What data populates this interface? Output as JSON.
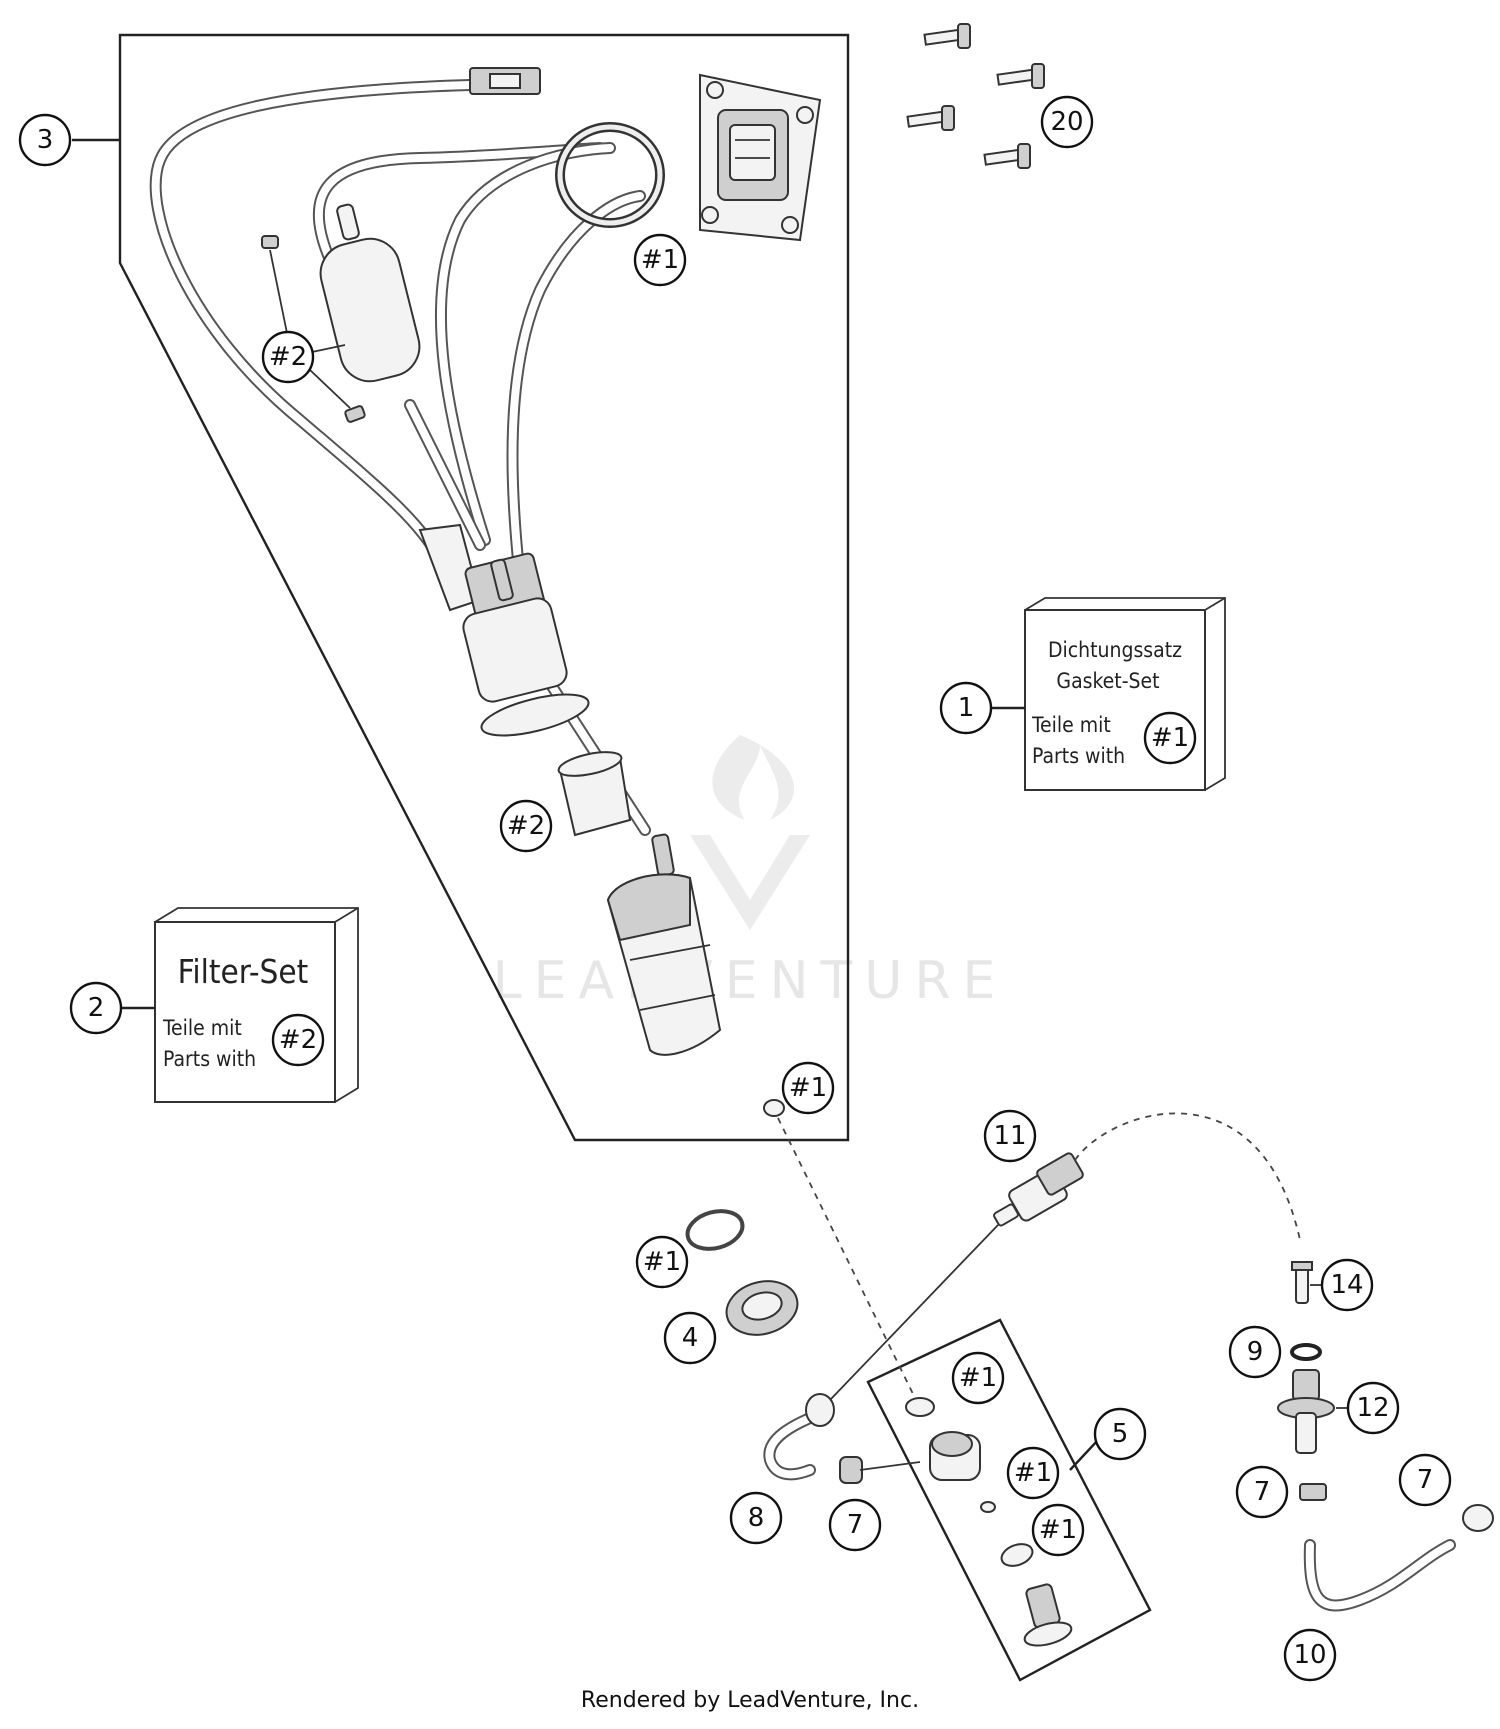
{
  "callouts": {
    "c1": "1",
    "c2": "2",
    "c3": "3",
    "c4": "4",
    "c5": "5",
    "c7a": "7",
    "c7b": "7",
    "c7c": "7",
    "c8": "8",
    "c9": "9",
    "c10": "10",
    "c11": "11",
    "c12": "12",
    "c14": "14",
    "c20": "20",
    "h1_top": "#1",
    "h1_bottom": "#1",
    "h1_ring": "#1",
    "h1_flange": "#1",
    "h1_block_mid": "#1",
    "h1_block_low": "#1",
    "h1_box": "#1",
    "h2_filter": "#2",
    "h2_sleeve": "#2",
    "h2_box": "#2"
  },
  "gasket_box": {
    "line1": "Dichtungssatz",
    "line2": "Gasket-Set",
    "line3": "Teile mit",
    "line4": "Parts with"
  },
  "filter_box": {
    "title": "Filter-Set",
    "line1": "Teile mit",
    "line2": "Parts with"
  },
  "watermark": {
    "text": "LEADVENTURE"
  },
  "footer": {
    "text": "Rendered by LeadVenture, Inc."
  }
}
